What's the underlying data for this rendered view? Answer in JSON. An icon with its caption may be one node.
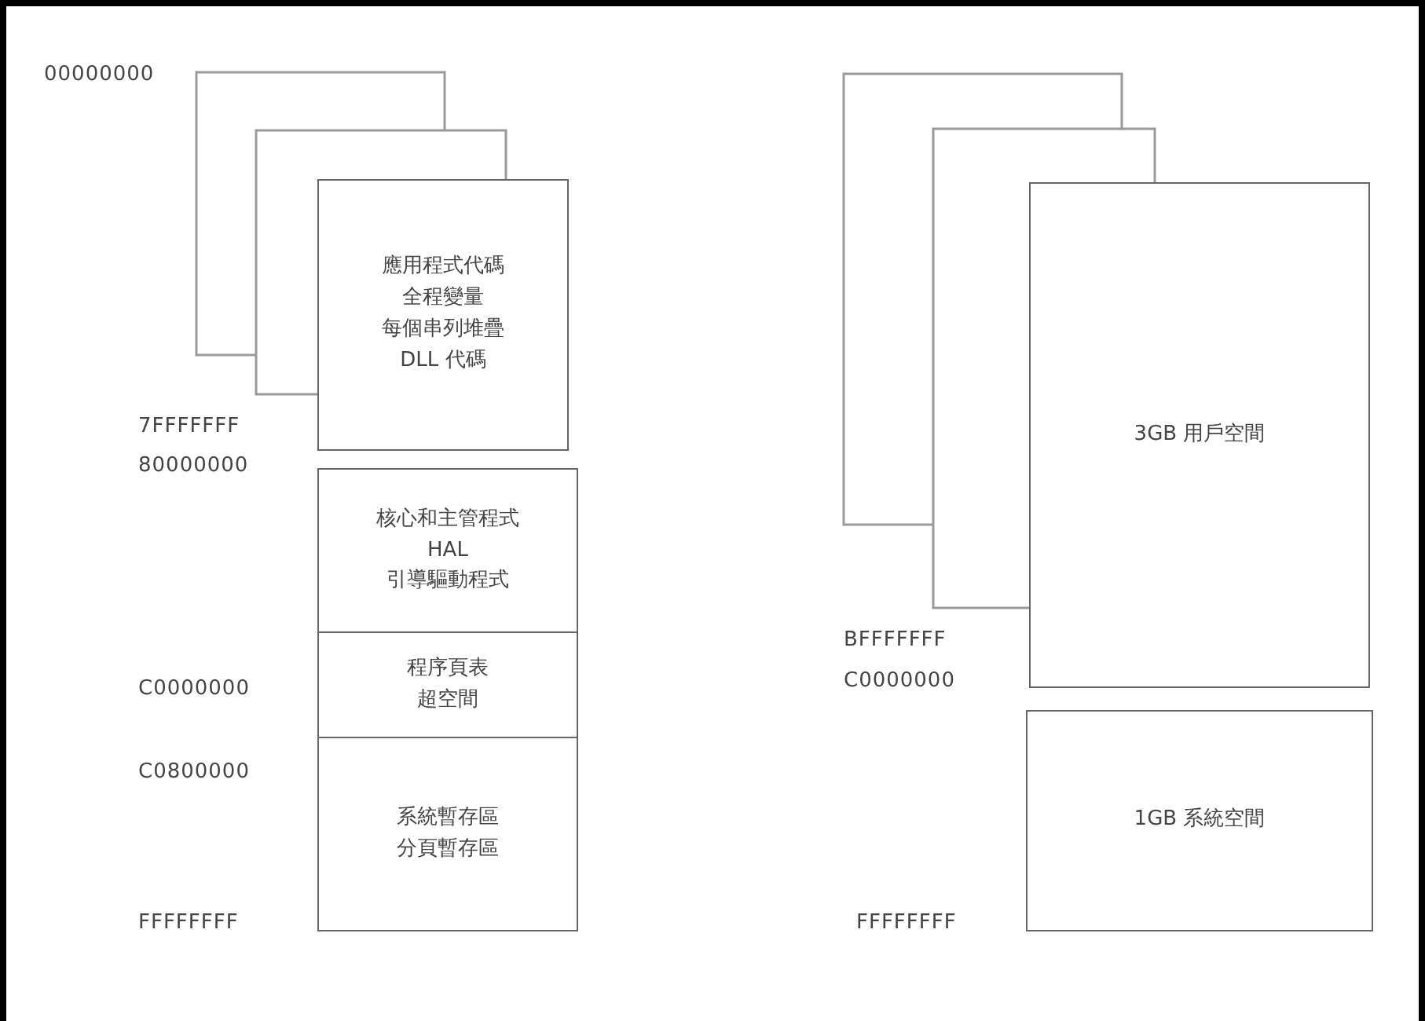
{
  "diagram": {
    "nodes": [
      {
        "text": [
          "應用程式代碼",
          "全程變量",
          "每個串列堆疊",
          "DLL 代碼"
        ]
      },
      {
        "text": [
          "核心和主管程式",
          "HAL",
          "引導驅動程式"
        ]
      },
      {
        "text": [
          "程序頁表",
          "超空間"
        ]
      },
      {
        "text": [
          "系統暫存區",
          "分頁暫存區"
        ]
      },
      {
        "text": [
          "3GB 用戶空間"
        ]
      },
      {
        "text": [
          "1GB 系統空間"
        ]
      }
    ],
    "labels": [
      "00000000",
      "7FFFFFFF",
      "80000000",
      "C0000000",
      "C0800000",
      "FFFFFFFF",
      "BFFFFFFF",
      "C0000000",
      "FFFFFFFF"
    ]
  }
}
